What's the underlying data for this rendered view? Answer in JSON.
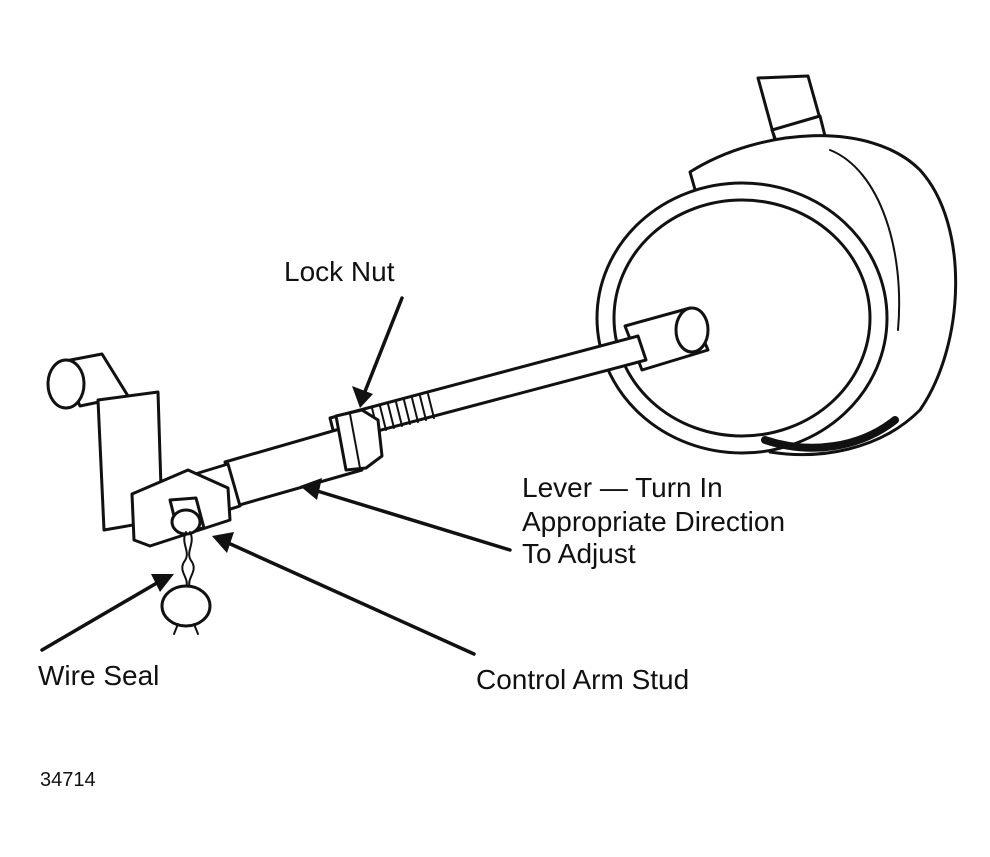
{
  "labels": {
    "lock_nut": "Lock Nut",
    "lever_line1": "Lever — Turn In",
    "lever_line2": "Appropriate Direction",
    "lever_line3": "To Adjust",
    "wire_seal": "Wire Seal",
    "control_arm_stud": "Control Arm Stud"
  },
  "figure_number": "34714",
  "colors": {
    "ink": "#111111",
    "paper": "#ffffff"
  }
}
